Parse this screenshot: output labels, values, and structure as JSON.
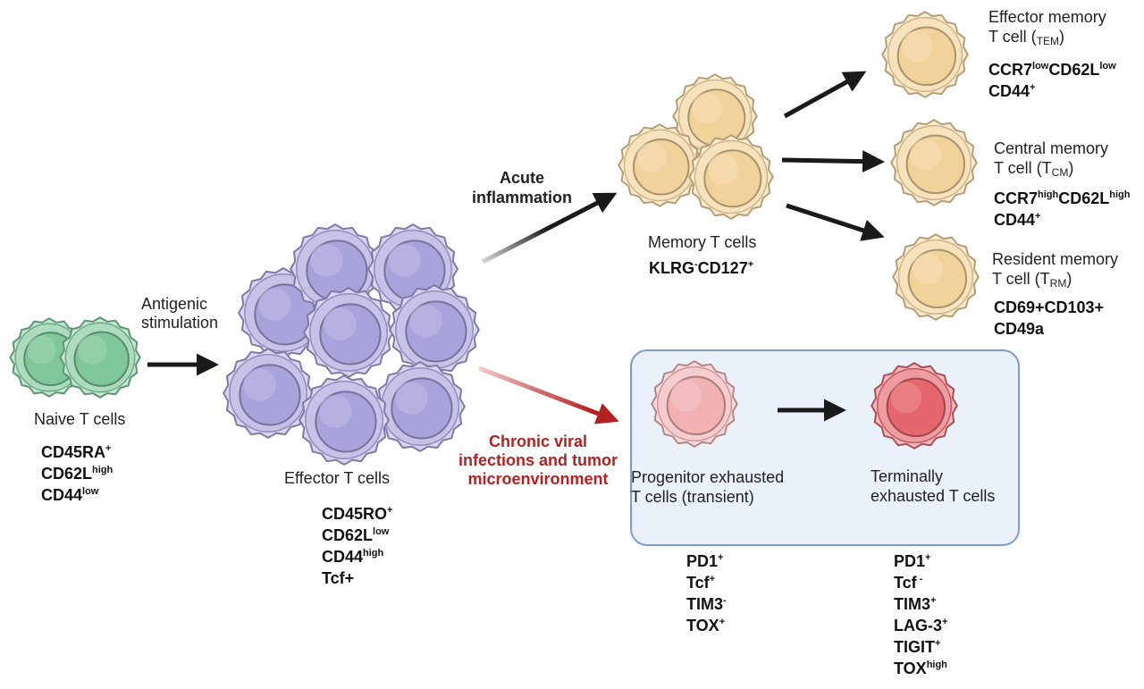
{
  "stages": {
    "naive": {
      "label": "Naive T cells",
      "markers": [
        [
          "CD45RA",
          "+"
        ],
        [
          "CD62L",
          "high"
        ],
        [
          "CD44",
          "low"
        ]
      ]
    },
    "antigenic": {
      "line1": "Antigenic",
      "line2": "stimulation"
    },
    "effector": {
      "label": "Effector T cells",
      "markers": [
        [
          "CD45RO",
          "+"
        ],
        [
          "CD62L",
          "low"
        ],
        [
          "CD44",
          "high"
        ],
        [
          "Tcf+",
          ""
        ]
      ]
    },
    "acute": {
      "line1": "Acute",
      "line2": "inflammation"
    },
    "memory": {
      "label": "Memory T cells",
      "marker_a": "KLRG",
      "marker_a_sup": "-",
      "marker_b": "CD127",
      "marker_b_sup": "+"
    },
    "tem": {
      "line1": "Effector memory",
      "line2": "T cell (",
      "sub": "TEM",
      "close": ")",
      "m1a": "CCR7",
      "m1a_sup": "low",
      "m1b": "CD62L",
      "m1b_sup": "low",
      "m2": "CD44",
      "m2_sup": "+"
    },
    "tcm": {
      "line1": "Central memory",
      "line2": "T cell (T",
      "sub": "CM",
      "close": ")",
      "m1a": "CCR7",
      "m1a_sup": "high",
      "m1b": "CD62L",
      "m1b_sup": "high",
      "m2": "CD44",
      "m2_sup": "+"
    },
    "trm": {
      "line1": "Resident memory",
      "line2": "T cell (T",
      "sub": "RM",
      "close": ")",
      "m1": "CD69+CD103+",
      "m2": "CD49a"
    },
    "chronic": {
      "line1": "Chronic viral",
      "line2": "infections and tumor",
      "line3": "microenvironment"
    },
    "progenitor": {
      "line1": "Progenitor exhausted",
      "line2": "T cells (transient)",
      "markers": [
        [
          "PD1",
          "+"
        ],
        [
          "Tcf",
          "+"
        ],
        [
          "TIM3",
          "-"
        ],
        [
          "TOX",
          "+"
        ]
      ]
    },
    "terminal": {
      "line1": "Terminally",
      "line2": "exhausted T cells",
      "markers": [
        [
          "PD1",
          "+"
        ],
        [
          "Tcf",
          " -"
        ],
        [
          "TIM3",
          "+"
        ],
        [
          "LAG-3",
          "+"
        ],
        [
          "TIGIT",
          "+"
        ],
        [
          "TOX",
          "high"
        ]
      ]
    }
  },
  "colors": {
    "naive": "#7fc79a",
    "effector": "#a9a3dc",
    "memory": "#f2d29b",
    "progenitor": "#f2b1b3",
    "terminal": "#e5676e",
    "arrow": "#1a1a1a",
    "chronic_arrow": "#b22222",
    "box_fill": "#eaf1fb",
    "box_stroke": "#7d9cc8"
  }
}
